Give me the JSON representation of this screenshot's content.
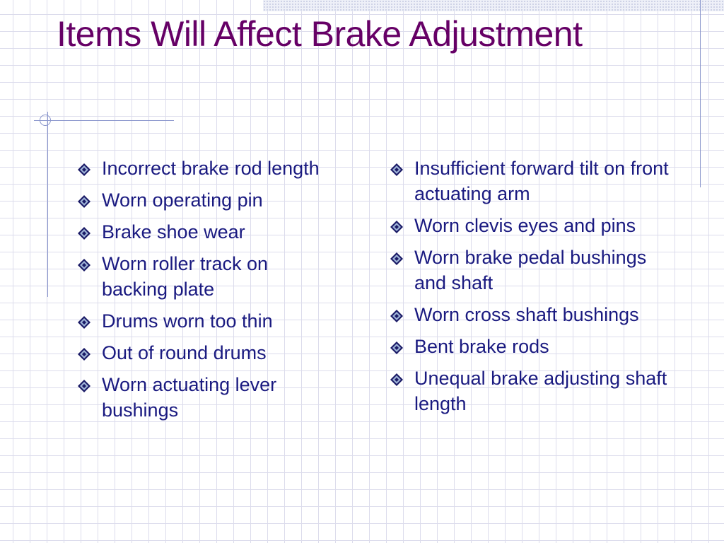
{
  "slide": {
    "title": "Items Will Affect Brake Adjustment",
    "left_items": [
      "Incorrect brake rod length",
      "Worn operating pin",
      "Brake shoe wear",
      "Worn roller track on backing plate",
      "Drums worn too thin",
      "Out of round drums",
      "Worn actuating lever bushings"
    ],
    "right_items": [
      "Insufficient forward tilt on front actuating arm",
      "Worn clevis eyes and pins",
      "Worn brake pedal bushings and shaft",
      "Worn cross shaft bushings",
      "Bent brake rods",
      "Unequal brake adjusting shaft length"
    ]
  },
  "colors": {
    "title": "#660066",
    "body_text": "#1a1a80",
    "grid": "#dcdcec",
    "accent_line": "#8a96cc",
    "bullet_dark": "#1a1a66",
    "bullet_light": "#9fb4d8"
  },
  "icons": {
    "bullet": "diamond-bullet-icon"
  }
}
